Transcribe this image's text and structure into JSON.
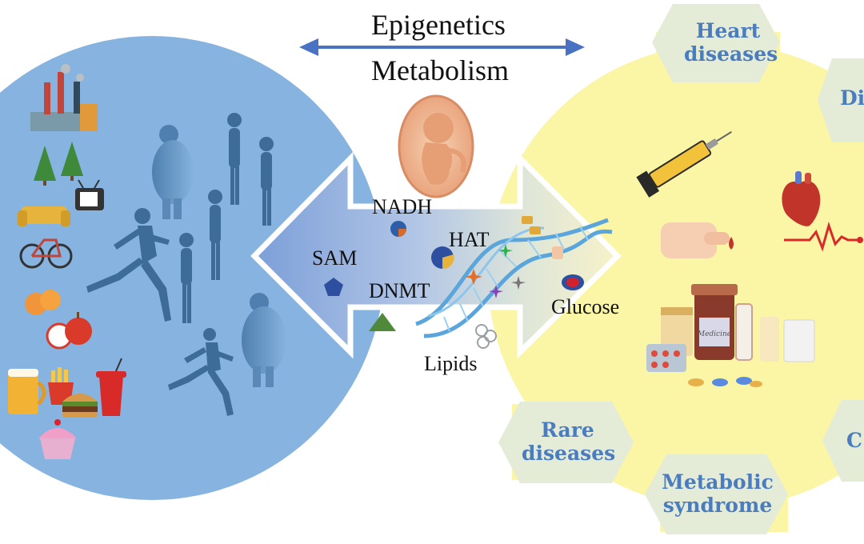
{
  "header": {
    "top": "Epigenetics",
    "bottom": "Metabolism"
  },
  "molecules": {
    "nadh": "NADH",
    "sam": "SAM",
    "hat": "HAT",
    "dnmt": "DNMT",
    "glucose": "Glucose",
    "lipids": "Lipids"
  },
  "diseases": {
    "heart": [
      "Heart",
      "diseases"
    ],
    "diabetes_partial": "Di",
    "rare": [
      "Rare",
      "diseases"
    ],
    "metabolic": [
      "Metabolic",
      "syndrome"
    ],
    "cancer_partial": "C"
  },
  "medicine_bottle_label": "Medicine",
  "colors": {
    "left_circle": "#86b3df",
    "right_gear": "#fbf5a6",
    "hexagon": "#e4ecd8",
    "arrow_blue": "#4a72c2",
    "disease_text": "#4a7cc0",
    "silhouette": "#3e6c99"
  },
  "icons": [
    "factory-icon",
    "pine-trees-icon",
    "sofa-icon",
    "tv-icon",
    "bicycle-icon",
    "orange-icon",
    "apple-icon",
    "beer-icon",
    "fries-icon",
    "burger-icon",
    "soda-icon",
    "cupcake-icon",
    "runner-silhouette-icon",
    "standing-silhouette-icon",
    "fetus-icon",
    "dna-icon",
    "syringe-icon",
    "heart-organ-icon",
    "ecg-icon",
    "finger-blood-icon",
    "pills-icon"
  ]
}
